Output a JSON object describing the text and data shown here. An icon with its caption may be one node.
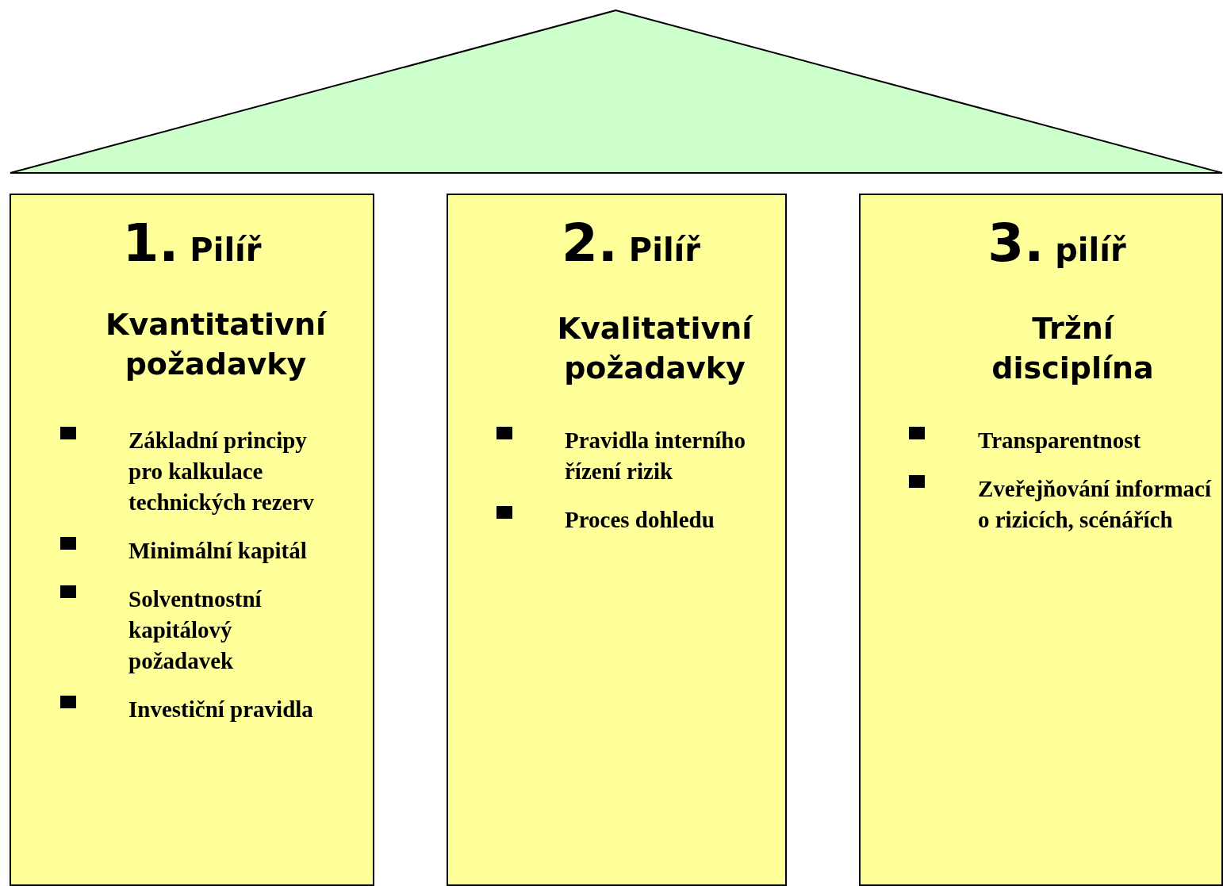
{
  "diagram": {
    "nodes": [
      {
        "text": [],
        "shape": "triangle"
      },
      {
        "text": [
          "1. Pilíř",
          "Kvantitativní požadavky",
          "Základní principy pro kalkulace technických rezerv",
          "Minimální kapitál",
          "Solventnostní kapitálový požadavek",
          "Investiční pravidla"
        ]
      },
      {
        "text": [
          "2. Pilíř",
          "Kvalitativní požadavky",
          "Pravidla interního řízení rizik",
          "Proces dohledu"
        ]
      },
      {
        "text": [
          "3. pilíř",
          "Tržní disciplína",
          "Transparentnost",
          "Zveřejňování informací o rizicích, scénářích"
        ]
      }
    ]
  }
}
